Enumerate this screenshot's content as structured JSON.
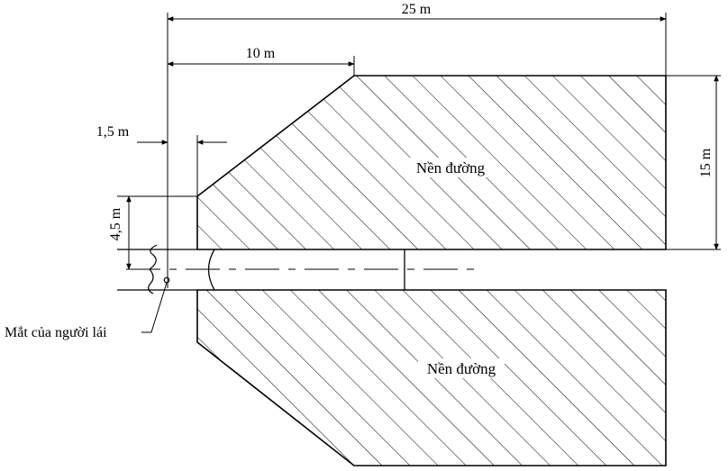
{
  "dimensions": {
    "total_width": "25 m",
    "setback": "10 m",
    "offset": "1,5 m",
    "road_width": "15 m",
    "eye_height": "4,5 m"
  },
  "regions": {
    "upper": "Nền đường",
    "lower": "Nền đường"
  },
  "annotation": {
    "driver_eye": "Mắt của người lái"
  },
  "colors": {
    "line": "#000000",
    "background": "#ffffff"
  }
}
